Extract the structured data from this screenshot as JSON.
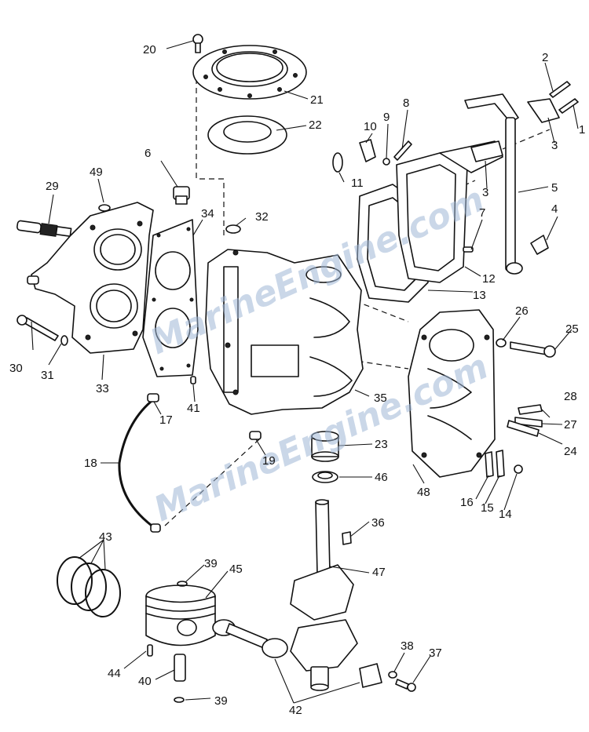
{
  "watermark": {
    "text": "MarineEngine.com"
  },
  "callouts": [
    "1",
    "2",
    "3",
    "3",
    "4",
    "5",
    "6",
    "7",
    "8",
    "9",
    "10",
    "11",
    "12",
    "13",
    "14",
    "15",
    "16",
    "17",
    "18",
    "19",
    "20",
    "21",
    "22",
    "23",
    "24",
    "25",
    "26",
    "27",
    "28",
    "29",
    "30",
    "31",
    "32",
    "33",
    "34",
    "35",
    "36",
    "37",
    "38",
    "39",
    "39",
    "40",
    "41",
    "42",
    "43",
    "44",
    "45",
    "46",
    "47",
    "48",
    "49"
  ]
}
